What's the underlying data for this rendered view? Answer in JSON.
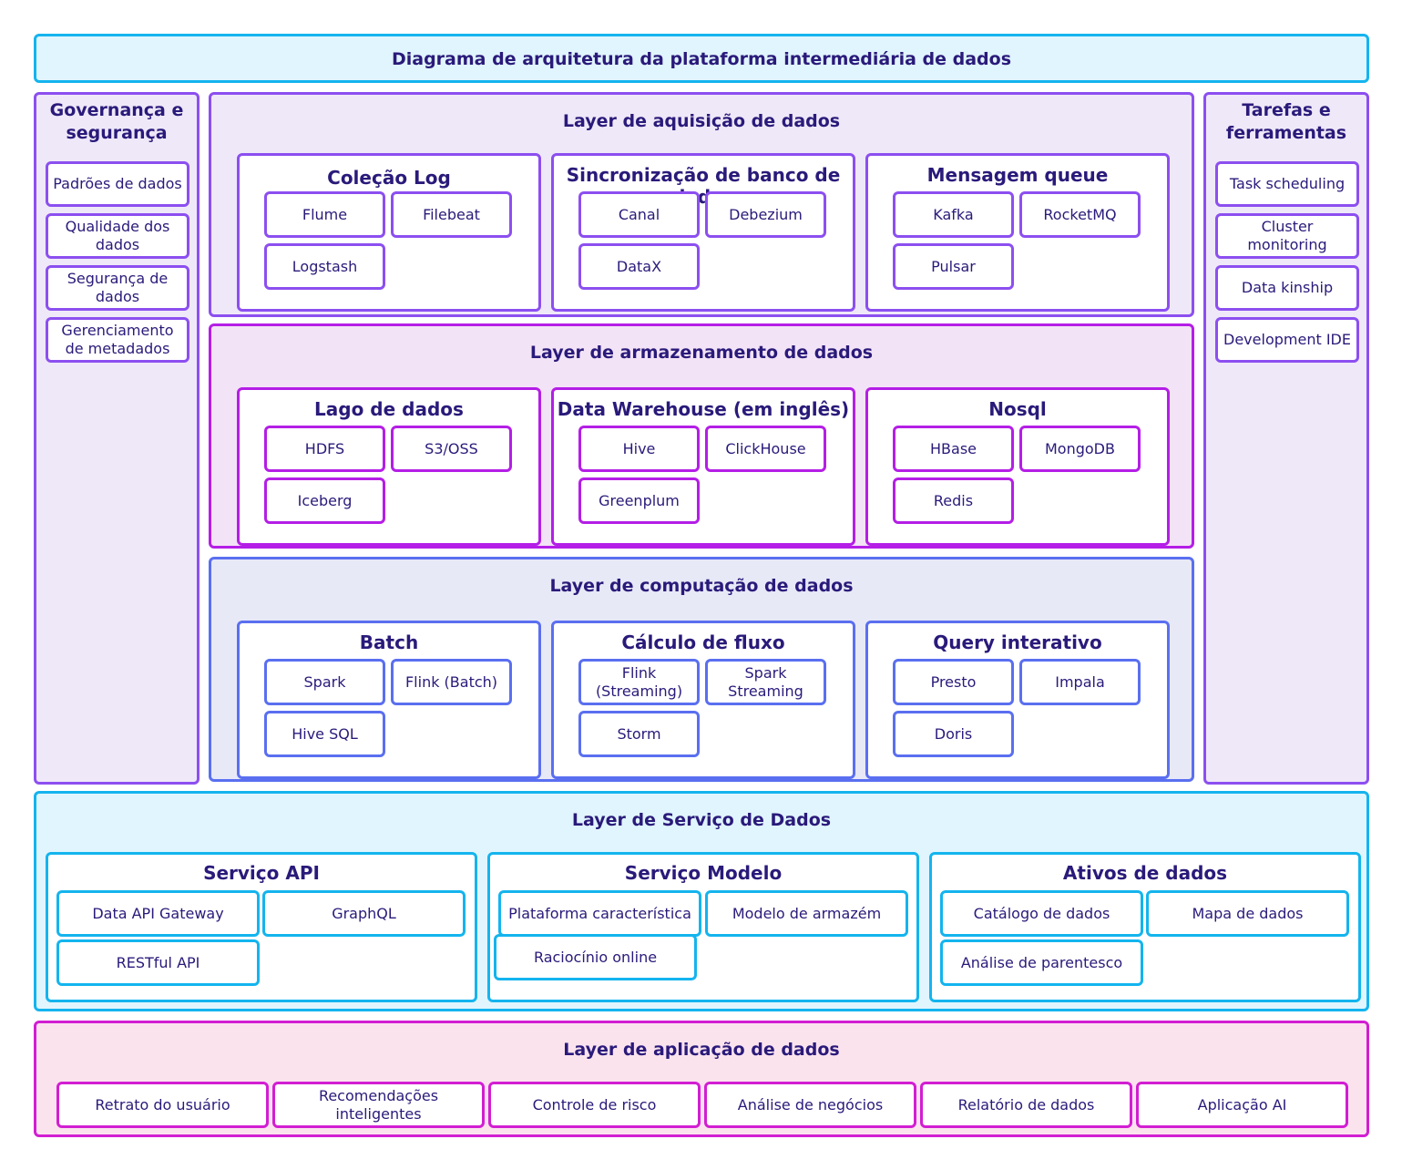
{
  "header": {
    "title": "Diagrama de arquitetura da plataforma intermediária de dados"
  },
  "governance": {
    "title": "Governança e segurança",
    "items": [
      "Padrões de dados",
      "Qualidade dos dados",
      "Segurança de dados",
      "Gerenciamento de metadados"
    ]
  },
  "tools": {
    "title": "Tarefas e ferramentas",
    "items": [
      "Task scheduling",
      "Cluster monitoring",
      "Data kinship",
      "Development IDE"
    ]
  },
  "acquisition": {
    "title": "Layer de aquisição de dados",
    "groups": [
      {
        "title": "Coleção Log",
        "items": [
          "Flume",
          "Filebeat",
          "Logstash"
        ]
      },
      {
        "title": "Sincronização de banco de dados",
        "items": [
          "Canal",
          "Debezium",
          "DataX"
        ]
      },
      {
        "title": "Mensagem queue",
        "items": [
          "Kafka",
          "RocketMQ",
          "Pulsar"
        ]
      }
    ]
  },
  "storage": {
    "title": "Layer de armazenamento de dados",
    "groups": [
      {
        "title": "Lago de dados",
        "items": [
          "HDFS",
          "S3/OSS",
          "Iceberg"
        ]
      },
      {
        "title": "Data Warehouse (em inglês)",
        "items": [
          "Hive",
          "ClickHouse",
          "Greenplum"
        ]
      },
      {
        "title": "Nosql",
        "items": [
          "HBase",
          "MongoDB",
          "Redis"
        ]
      }
    ]
  },
  "compute": {
    "title": "Layer de computação de dados",
    "groups": [
      {
        "title": "Batch",
        "items": [
          "Spark",
          "Flink (Batch)",
          "Hive SQL"
        ]
      },
      {
        "title": "Cálculo de fluxo",
        "items": [
          "Flink (Streaming)",
          "Spark Streaming",
          "Storm"
        ]
      },
      {
        "title": "Query interativo",
        "items": [
          "Presto",
          "Impala",
          "Doris"
        ]
      }
    ]
  },
  "service": {
    "title": "Layer de Serviço de Dados",
    "groups": [
      {
        "title": "Serviço API",
        "items": [
          "Data API Gateway",
          "GraphQL",
          "RESTful API"
        ]
      },
      {
        "title": "Serviço Modelo",
        "items": [
          "Plataforma característica",
          "Modelo de armazém",
          "Raciocínio online"
        ]
      },
      {
        "title": "Ativos de dados",
        "items": [
          "Catálogo de dados",
          "Mapa de dados",
          "Análise de parentesco"
        ]
      }
    ]
  },
  "application": {
    "title": "Layer de aplicação de dados",
    "items": [
      "Retrato do usuário",
      "Recomendações inteligentes",
      "Controle de risco",
      "Análise de negócios",
      "Relatório de dados",
      "Aplicação AI"
    ]
  },
  "colors": {
    "cyan": "#14b4ee",
    "cyan_fill": "#e0f5fd",
    "violet": "#8c4ff0",
    "violet_fill": "#efe8f8",
    "magenta": "#b41ee6",
    "magenta_fill": "#f3e3f6",
    "blue": "#5a6ff0",
    "blue_fill": "#e7e9f7",
    "pink": "#d21ed2",
    "pink_fill": "#fbe3ee",
    "text": "#2a1a7a"
  }
}
